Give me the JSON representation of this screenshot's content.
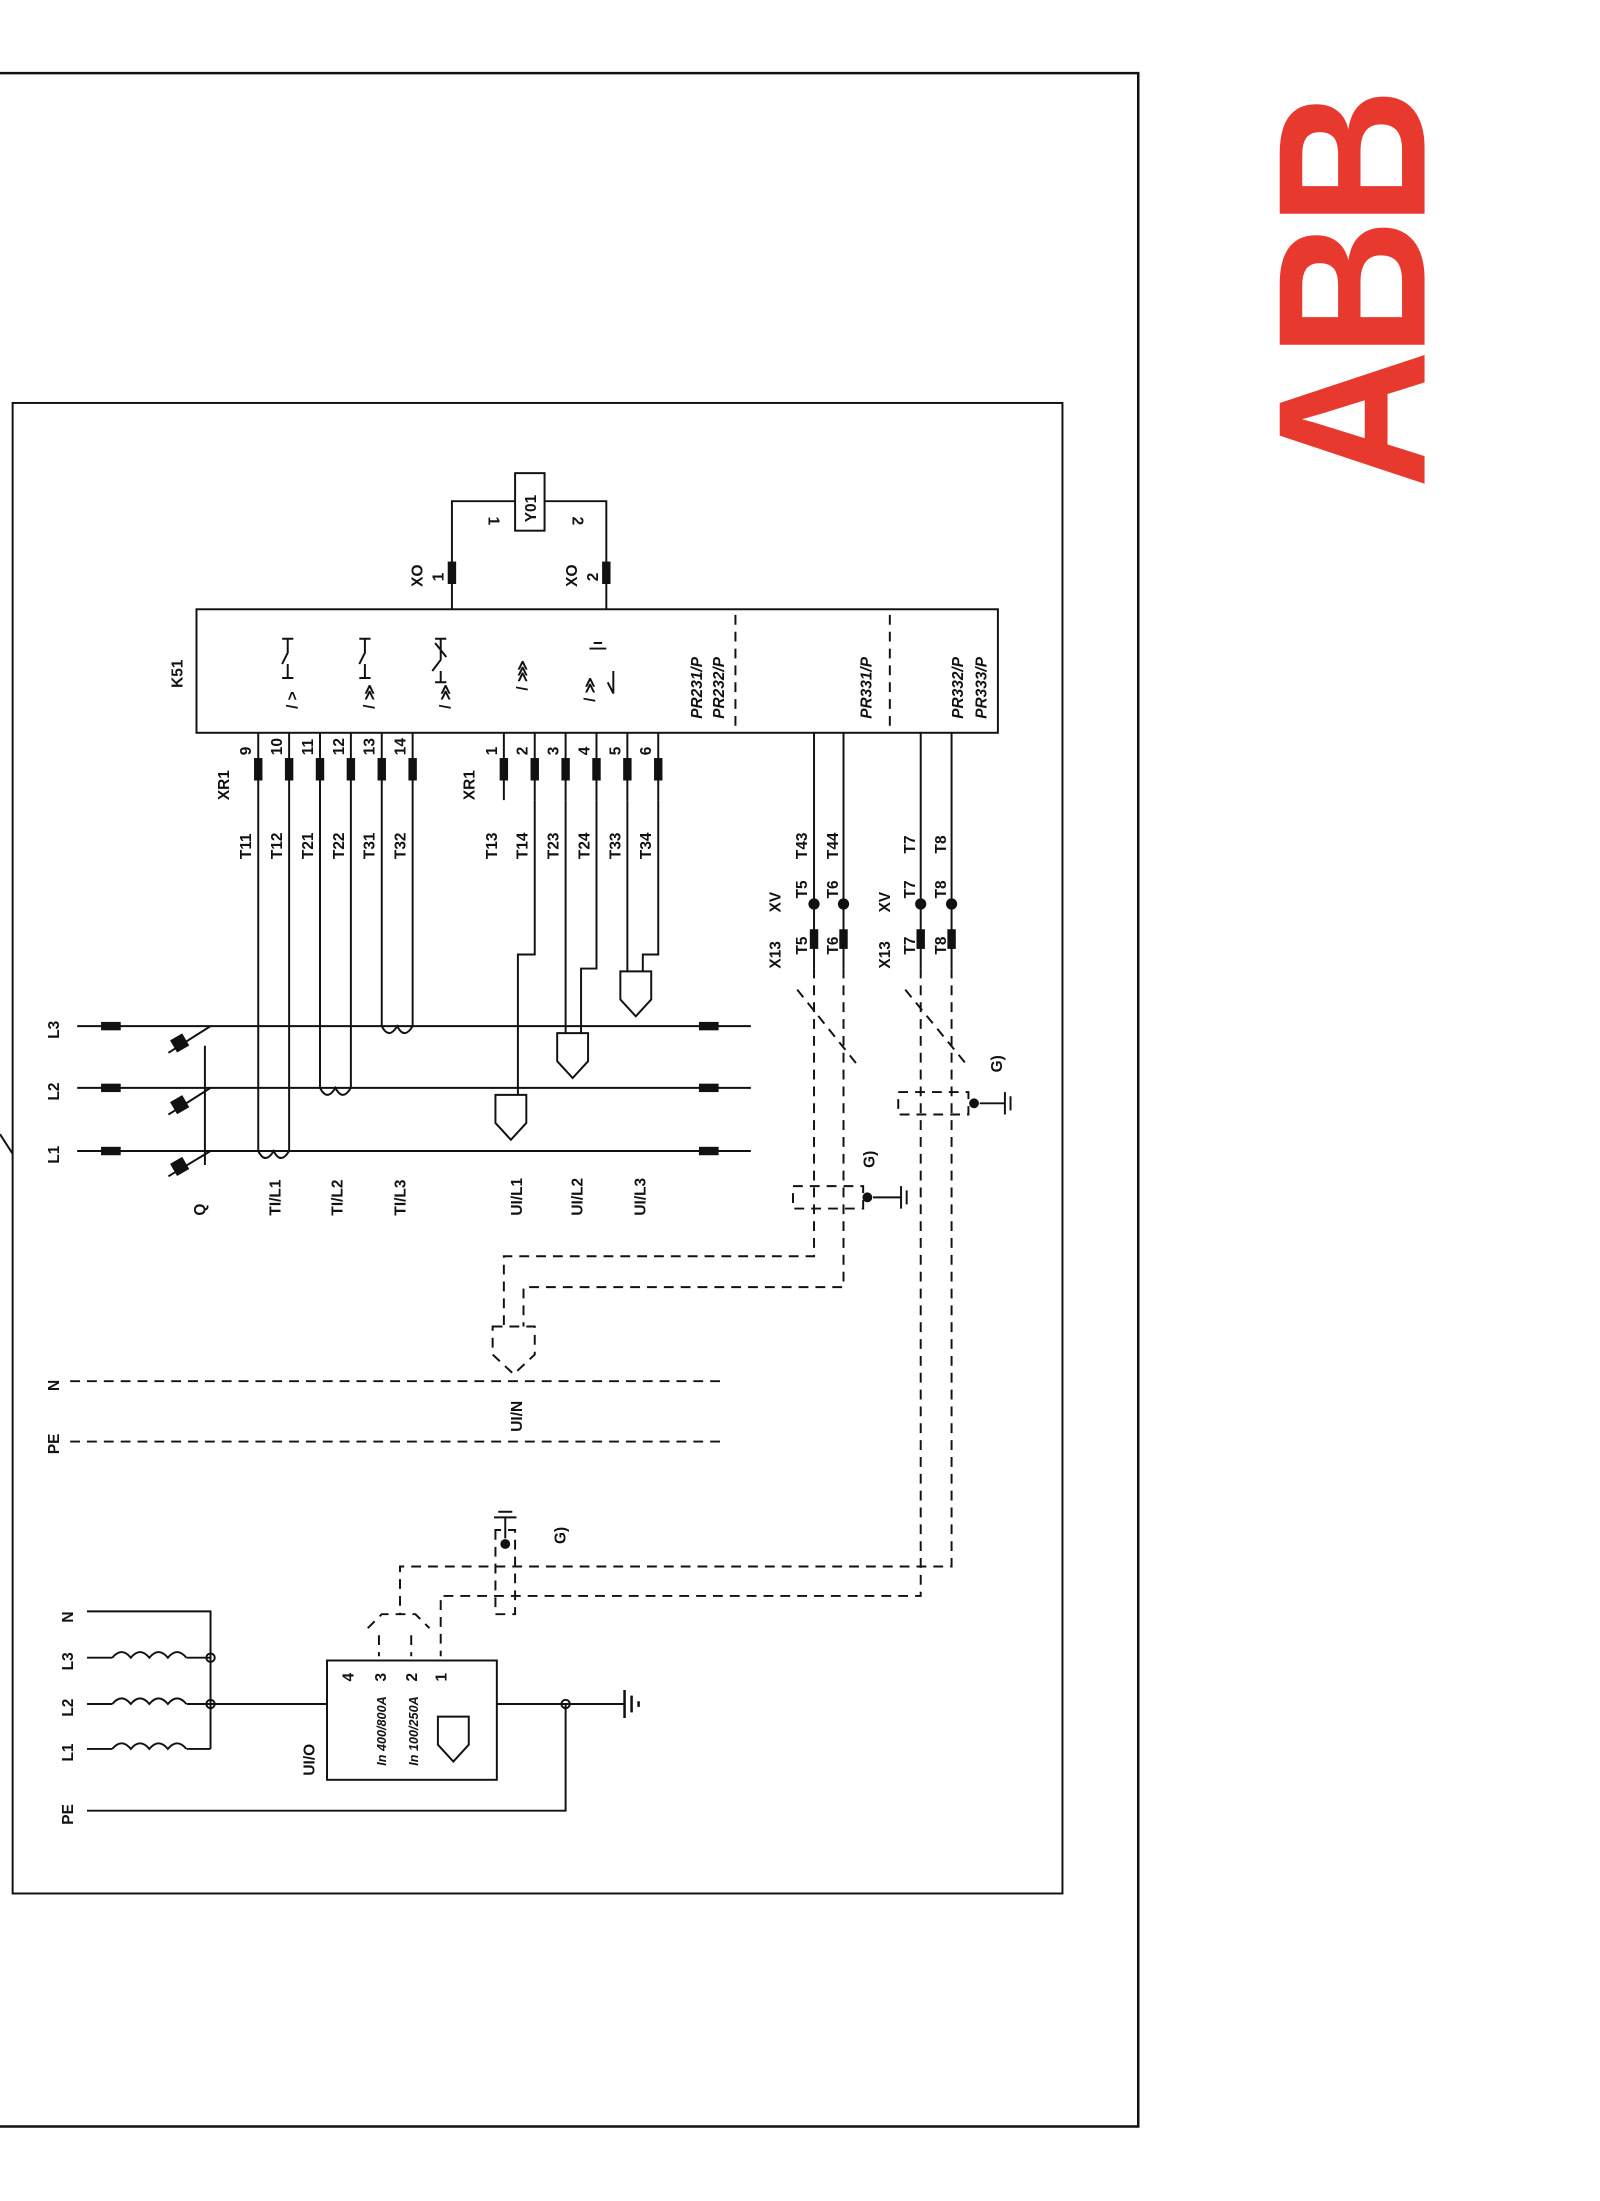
{
  "logo": {
    "text": "ABB",
    "color": "#e8392f"
  },
  "device": {
    "name": "K51",
    "coil": "Y01",
    "coil_pins": [
      "1",
      "2"
    ],
    "xo_connector": "XO",
    "xo_pins": [
      "1",
      "2"
    ],
    "modules": [
      "PR231/P",
      "PR232/P",
      "PR331/P",
      "PR332/P",
      "PR333/P"
    ]
  },
  "xr1": {
    "label": "XR1",
    "group1_pins": [
      "9",
      "10",
      "11",
      "12",
      "13",
      "14"
    ],
    "group2_pins": [
      "1",
      "2",
      "3",
      "4",
      "5",
      "6"
    ],
    "group1_wires": [
      "T11",
      "T12",
      "T21",
      "T22",
      "T31",
      "T32"
    ],
    "group2_wires": [
      "T13",
      "T14",
      "T23",
      "T24",
      "T33",
      "T34"
    ]
  },
  "xv": {
    "label": "XV",
    "x13": "X13",
    "group1": {
      "top": [
        "T43",
        "T44"
      ],
      "pins": [
        "T5",
        "T6"
      ]
    },
    "group2": {
      "top": [
        "T7",
        "T8"
      ],
      "pins": [
        "T7",
        "T8"
      ]
    }
  },
  "phases": {
    "lines": [
      "L3",
      "L2",
      "L1"
    ],
    "breaker": "Q",
    "ct_labels": [
      "TI/L1",
      "TI/L2",
      "TI/L3"
    ],
    "vt_labels": [
      "UI/L1",
      "UI/L2",
      "UI/L3"
    ]
  },
  "neutral": {
    "n": "N",
    "pe": "PE",
    "sensor": "UI/N"
  },
  "note": "G)",
  "bottom": {
    "lines": [
      "N",
      "L3",
      "L2",
      "L1",
      "PE"
    ],
    "box": "UI/O",
    "pins": [
      "4",
      "3",
      "2",
      "1"
    ],
    "rating1": "In 400/800A",
    "rating2": "In 100/250A"
  }
}
